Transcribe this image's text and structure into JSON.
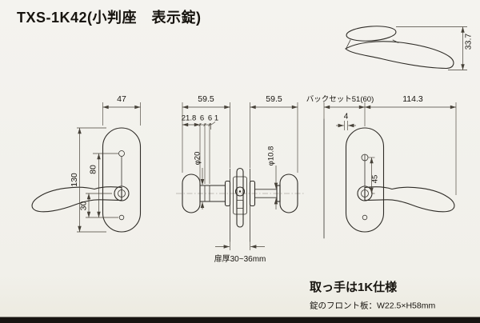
{
  "page": {
    "title": "TXS-1K42(小判座　表示錠)"
  },
  "colors": {
    "paper": "#f3f2ee",
    "line": "#2f2c27",
    "scan_edge": "#171411"
  },
  "views": {
    "side": {
      "dim_height": "33.7"
    },
    "front_left": {
      "dim_width": "47",
      "dim_height": "130",
      "dim_screw_pitch": "80",
      "dim_handle_to_screw": "30"
    },
    "section": {
      "dim_left_depth": "59.5",
      "dim_right_depth": "59.5",
      "dim_grip_thickness": "21.8",
      "dim_collar": "6",
      "dim_rose": "6",
      "dim_washer": "1",
      "dim_hub_dia": "φ20",
      "dim_spindle_dia": "φ10.8",
      "door_thickness_note": "扉厚30~36mm"
    },
    "front_right": {
      "dim_backset": "バックセット51(60)",
      "dim_lever_length": "114.3",
      "dim_clearance": "4",
      "dim_center_to_indicator": "45"
    }
  },
  "notes": {
    "handle_spec": "取っ手は1K仕様",
    "front_plate_size": "錠のフロント板：W22.5×H58mm"
  }
}
